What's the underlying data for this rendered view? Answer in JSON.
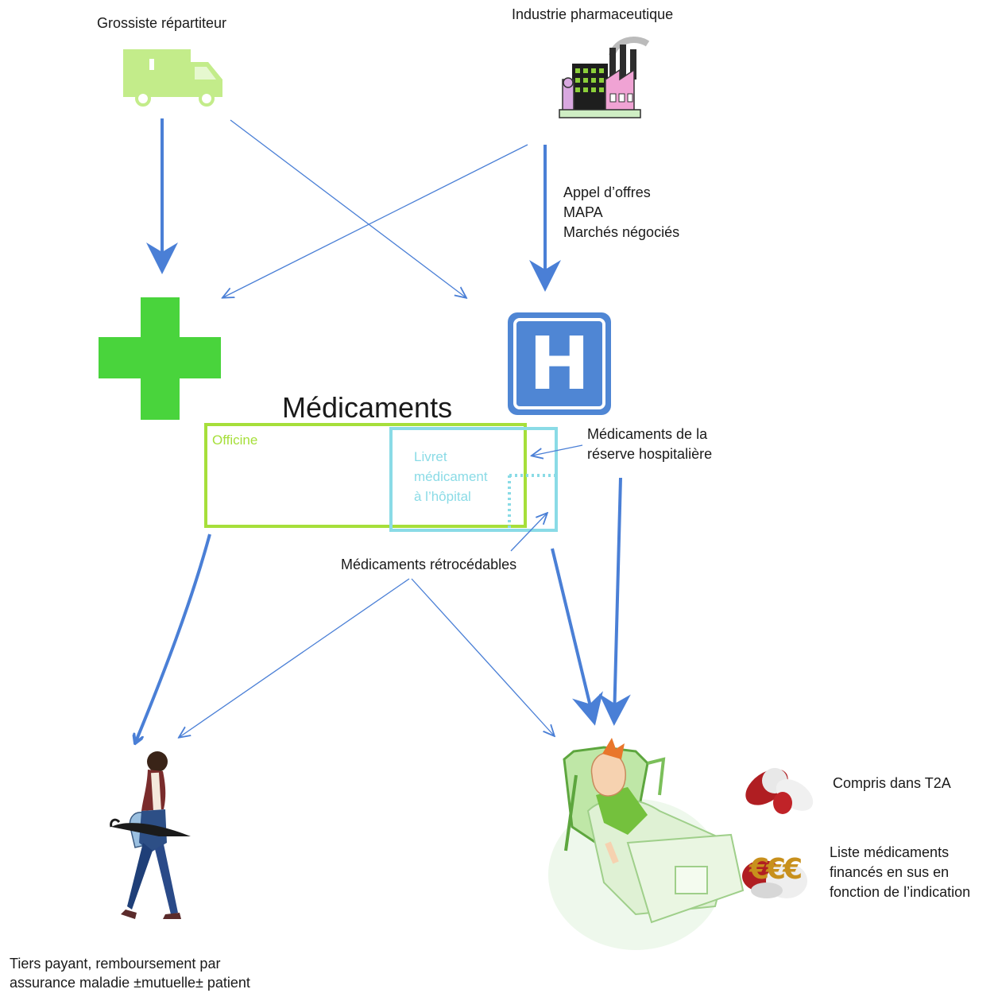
{
  "nodes": {
    "grossiste": "Grossiste répartiteur",
    "industrie": "Industrie pharmaceutique",
    "appel": [
      "Appel d’offres",
      "MAPA",
      "Marchés négociés"
    ],
    "title": "Médicaments",
    "officine": "Officine",
    "livret": [
      "Livret",
      "médicament",
      "à l’hôpital"
    ],
    "reserve": [
      "Médicaments de la",
      "réserve hospitalière"
    ],
    "retro": "Médicaments rétrocédables",
    "t2a": "Compris dans T2A",
    "liste": [
      "Liste médicaments",
      "financés en sus en",
      "fonction de l’indication"
    ],
    "tiers": [
      "Tiers payant, remboursement par",
      "assurance maladie ±mutuelle± patient"
    ],
    "euro": "€€€",
    "hospital": "H"
  },
  "colors": {
    "arrow": "#4a7fd6",
    "pharmacy_cross": "#49d43c",
    "officine_box": "#a6df3a",
    "livret_box": "#8adbe6",
    "hospital_sign": "#4f86d4",
    "truck": "#c3ec8a"
  }
}
